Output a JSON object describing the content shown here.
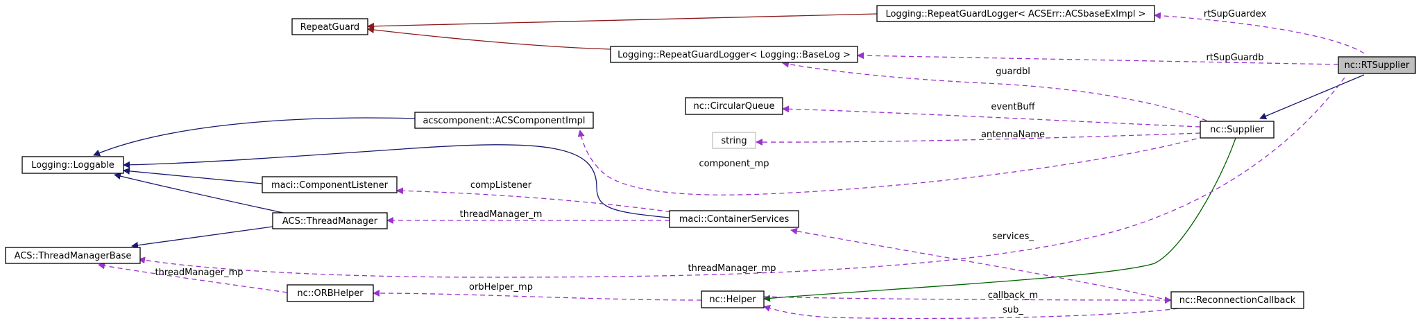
{
  "nodes": {
    "repeat_guard": "RepeatGuard",
    "rgl_acserr": "Logging::RepeatGuardLogger< ACSErr::ACSbaseExImpl >",
    "rgl_baselog": "Logging::RepeatGuardLogger< Logging::BaseLog >",
    "rt_supplier": "nc::RTSupplier",
    "circular_queue": "nc::CircularQueue",
    "string": "string",
    "acs_component_impl": "acscomponent::ACSComponentImpl",
    "supplier": "nc::Supplier",
    "loggable": "Logging::Loggable",
    "component_listener": "maci::ComponentListener",
    "thread_manager": "ACS::ThreadManager",
    "container_services": "maci::ContainerServices",
    "thread_manager_base": "ACS::ThreadManagerBase",
    "orb_helper": "nc::ORBHelper",
    "helper": "nc::Helper",
    "reconnection_callback": "nc::ReconnectionCallback"
  },
  "edge_labels": {
    "rt_sup_guardex": "rtSupGuardex",
    "rt_sup_guardb": "rtSupGuardb",
    "guardbl": "guardbl",
    "event_buff": "eventBuff",
    "antenna_name": "antennaName",
    "component_mp": "component_mp",
    "comp_listener": "compListener",
    "thread_manager_m": "threadManager_m",
    "services": "services_",
    "thread_manager_mp_rt": "threadManager_mp",
    "thread_manager_mp_orb": "threadManager_mp",
    "orb_helper_mp": "orbHelper_mp",
    "callback_m": "callback_m",
    "sub": "sub_"
  },
  "colors": {
    "inheritance": "#191970",
    "template_instance": "#8b1a1a",
    "usage": "#9a32cd",
    "friend": "#006400",
    "focus_fill": "#bfbfbf",
    "builtin_border": "#bfbfbf"
  }
}
